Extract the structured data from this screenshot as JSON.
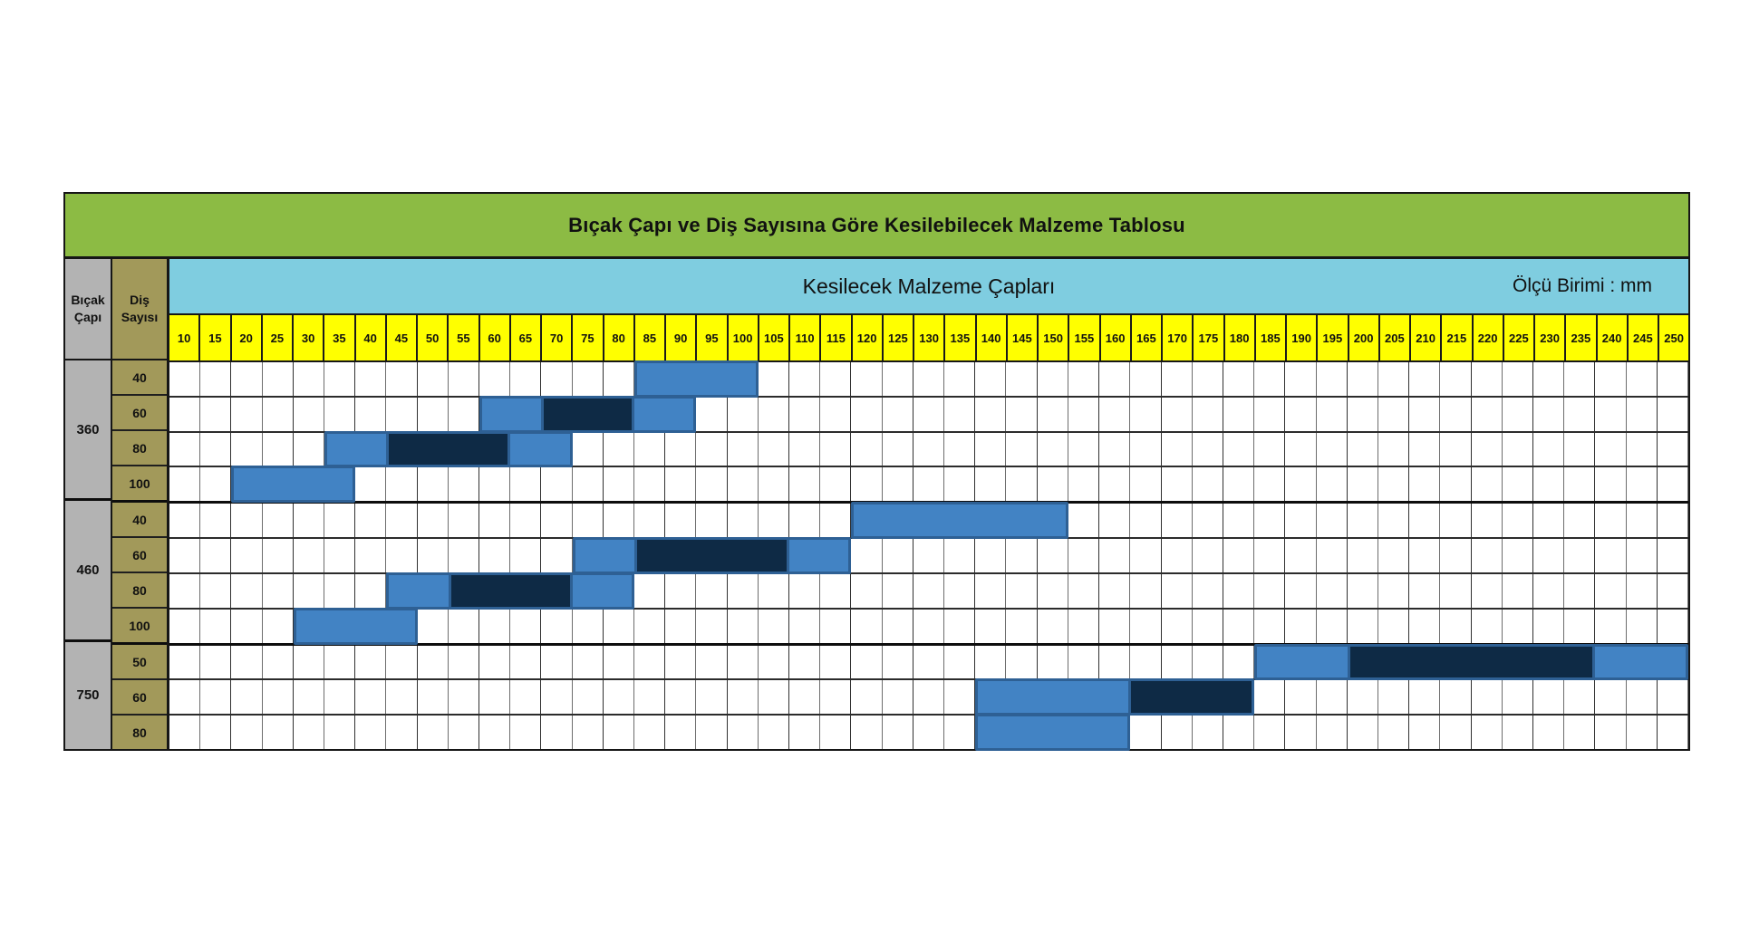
{
  "title": "Bıçak Çapı ve Diş Sayısına Göre Kesilebilecek Malzeme Tablosu",
  "header": {
    "blade_line1": "Bıçak",
    "blade_line2": "Çapı",
    "teeth_line1": "Diş",
    "teeth_line2": "Sayısı",
    "band_title": "Kesilecek Malzeme Çapları",
    "unit_label": "Ölçü Birimi : mm"
  },
  "colors": {
    "green": "#8CBB44",
    "cyan": "#7FCDE0",
    "yellow": "#FFFF00",
    "gray": "#B3B3B3",
    "olive": "#A2995A",
    "bar_light": "#4283C4",
    "bar_dark": "#0E2A45",
    "bar_border": "#2E6094"
  },
  "chart_data": {
    "type": "table",
    "title": "Bıçak Çapı ve Diş Sayısına Göre Kesilebilecek Malzeme Tablosu",
    "x_axis_label": "Kesilecek Malzeme Çapları",
    "unit": "mm",
    "diameters_mm": [
      10,
      15,
      20,
      25,
      30,
      35,
      40,
      45,
      50,
      55,
      60,
      65,
      70,
      75,
      80,
      85,
      90,
      95,
      100,
      105,
      110,
      115,
      120,
      125,
      130,
      135,
      140,
      145,
      150,
      155,
      160,
      165,
      170,
      175,
      180,
      185,
      190,
      195,
      200,
      205,
      210,
      215,
      220,
      225,
      230,
      235,
      240,
      245,
      250
    ],
    "cell_step_mm": 5,
    "groups": [
      {
        "blade_diameter": "360",
        "teeth_rows": [
          "40",
          "60",
          "80",
          "100"
        ]
      },
      {
        "blade_diameter": "460",
        "teeth_rows": [
          "40",
          "60",
          "80",
          "100"
        ]
      },
      {
        "blade_diameter": "750",
        "teeth_rows": [
          "50",
          "60",
          "80"
        ]
      }
    ],
    "rows": [
      {
        "blade_diameter": "360",
        "teeth": "40",
        "segments": [
          {
            "from": 85,
            "to": 100,
            "tone": "light"
          }
        ]
      },
      {
        "blade_diameter": "360",
        "teeth": "60",
        "segments": [
          {
            "from": 60,
            "to": 65,
            "tone": "light"
          },
          {
            "from": 70,
            "to": 80,
            "tone": "dark"
          },
          {
            "from": 85,
            "to": 90,
            "tone": "light"
          }
        ]
      },
      {
        "blade_diameter": "360",
        "teeth": "80",
        "segments": [
          {
            "from": 35,
            "to": 40,
            "tone": "light"
          },
          {
            "from": 45,
            "to": 60,
            "tone": "dark"
          },
          {
            "from": 65,
            "to": 70,
            "tone": "light"
          }
        ]
      },
      {
        "blade_diameter": "360",
        "teeth": "100",
        "segments": [
          {
            "from": 20,
            "to": 35,
            "tone": "light"
          }
        ]
      },
      {
        "blade_diameter": "460",
        "teeth": "40",
        "segments": [
          {
            "from": 120,
            "to": 150,
            "tone": "light"
          }
        ]
      },
      {
        "blade_diameter": "460",
        "teeth": "60",
        "segments": [
          {
            "from": 75,
            "to": 80,
            "tone": "light"
          },
          {
            "from": 85,
            "to": 105,
            "tone": "dark"
          },
          {
            "from": 110,
            "to": 115,
            "tone": "light"
          }
        ]
      },
      {
        "blade_diameter": "460",
        "teeth": "80",
        "segments": [
          {
            "from": 45,
            "to": 50,
            "tone": "light"
          },
          {
            "from": 55,
            "to": 70,
            "tone": "dark"
          },
          {
            "from": 75,
            "to": 80,
            "tone": "light"
          }
        ]
      },
      {
        "blade_diameter": "460",
        "teeth": "100",
        "segments": [
          {
            "from": 30,
            "to": 45,
            "tone": "light"
          }
        ]
      },
      {
        "blade_diameter": "750",
        "teeth": "50",
        "segments": [
          {
            "from": 185,
            "to": 195,
            "tone": "light"
          },
          {
            "from": 200,
            "to": 235,
            "tone": "dark"
          },
          {
            "from": 240,
            "to": 250,
            "tone": "light"
          }
        ]
      },
      {
        "blade_diameter": "750",
        "teeth": "60",
        "segments": [
          {
            "from": 140,
            "to": 160,
            "tone": "light"
          },
          {
            "from": 165,
            "to": 180,
            "tone": "dark"
          }
        ]
      },
      {
        "blade_diameter": "750",
        "teeth": "80",
        "segments": [
          {
            "from": 140,
            "to": 160,
            "tone": "light"
          }
        ]
      }
    ]
  }
}
